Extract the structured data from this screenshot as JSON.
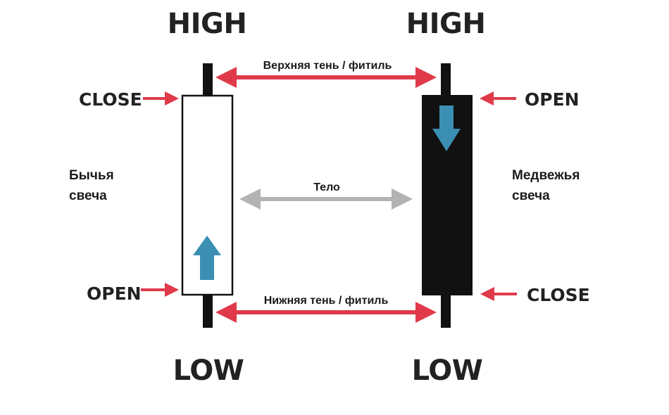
{
  "colors": {
    "arrow_red": "#e03a4a",
    "arrow_gray": "#b3b3b3",
    "direction_blue": "#3b8fb3",
    "candle_black": "#111111",
    "wick": "#111111"
  },
  "bullish": {
    "high_label": "HIGH",
    "low_label": "LOW",
    "close_label": "CLOSE",
    "open_label": "OPEN",
    "name_line1": "Бычья",
    "name_line2": "свеча",
    "direction_icon": "up-arrow-icon"
  },
  "bearish": {
    "high_label": "HIGH",
    "low_label": "LOW",
    "open_label": "OPEN",
    "close_label": "CLOSE",
    "name_line1": "Медвежья",
    "name_line2": "свеча",
    "direction_icon": "down-arrow-icon"
  },
  "upper_shadow_label": "Верхняя тень / фитиль",
  "body_label": "Тело",
  "lower_shadow_label": "Нижняя тень / фитиль"
}
